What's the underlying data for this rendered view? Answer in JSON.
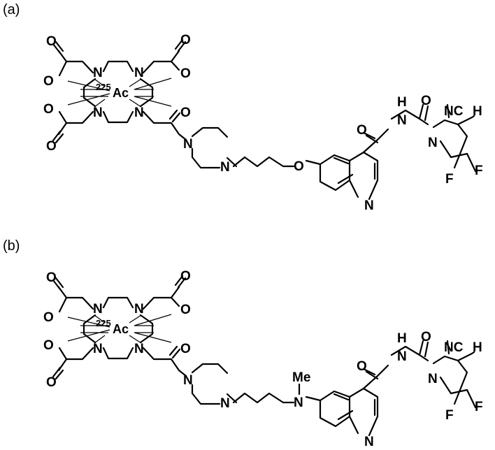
{
  "panels": [
    {
      "label": "(a)",
      "chelator": {
        "metal": "Ac",
        "isotope": "225",
        "ring_nitrogens": [
          "N",
          "N",
          "N",
          "N"
        ],
        "carboxylate_o": [
          "O",
          "O",
          "O",
          "O",
          "O",
          "O",
          "O"
        ]
      },
      "piperazine_n": [
        "N",
        "N"
      ],
      "linker_atom": "O",
      "linker_methyl": "",
      "quinoline_n": "N",
      "amide_o1": "O",
      "amide_h": "H",
      "amide_n1": "N",
      "amide_o2": "O",
      "pyrrolidine_n": "N",
      "nitrile": "NC",
      "stereo_h": "H",
      "fluorines": [
        "F",
        "F"
      ]
    },
    {
      "label": "(b)",
      "chelator": {
        "metal": "Ac",
        "isotope": "225",
        "ring_nitrogens": [
          "N",
          "N",
          "N",
          "N"
        ],
        "carboxylate_o": [
          "O",
          "O",
          "O",
          "O",
          "O",
          "O",
          "O"
        ]
      },
      "piperazine_n": [
        "N",
        "N"
      ],
      "linker_atom": "N",
      "linker_methyl": "Me",
      "quinoline_n": "N",
      "amide_o1": "O",
      "amide_h": "H",
      "amide_n1": "N",
      "amide_o2": "O",
      "pyrrolidine_n": "N",
      "nitrile": "NC",
      "stereo_h": "H",
      "fluorines": [
        "F",
        "F"
      ]
    }
  ]
}
